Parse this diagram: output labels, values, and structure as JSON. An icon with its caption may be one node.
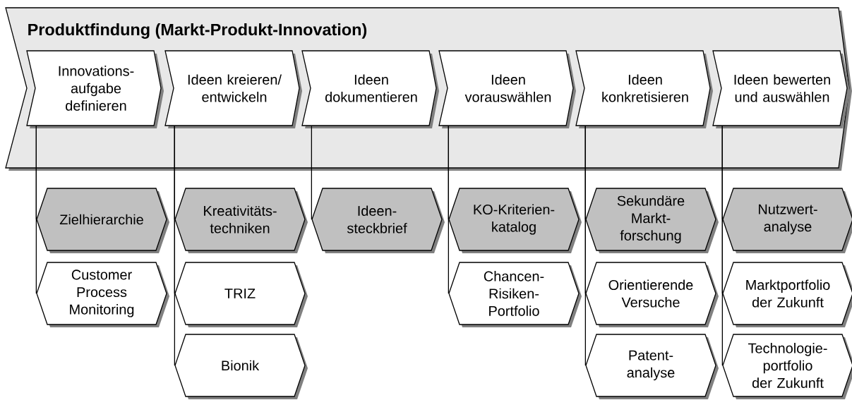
{
  "diagram": {
    "nodes": [
      {
        "text": [
          "Produktfindung (Markt-Produkt-Innovation)"
        ]
      },
      {
        "text": [
          "Innovations- aufgabe definieren"
        ],
        "in": 0
      },
      {
        "text": [
          "Ideen kreieren/ entwickeln"
        ],
        "in": 0
      },
      {
        "text": [
          "Ideen dokumentieren"
        ],
        "in": 0
      },
      {
        "text": [
          "Ideen vorauswählen"
        ],
        "in": 0
      },
      {
        "text": [
          "Ideen konkretisieren"
        ],
        "in": 0
      },
      {
        "text": [
          "Ideen bewerten und auswählen"
        ],
        "in": 0
      },
      {
        "text": [
          "Zielhierarchie"
        ]
      },
      {
        "text": [
          "Customer Process Monitoring"
        ]
      },
      {
        "text": [
          "Kreativitäts- techniken"
        ]
      },
      {
        "text": [
          "TRIZ"
        ]
      },
      {
        "text": [
          "Bionik"
        ]
      },
      {
        "text": [
          "Ideen- steckbrief"
        ]
      },
      {
        "text": [
          "KO-Kriterien- katalog"
        ]
      },
      {
        "text": [
          "Chancen- Risiken- Portfolio"
        ]
      },
      {
        "text": [
          "Sekundäre Markt- forschung"
        ]
      },
      {
        "text": [
          "Orientierende Versuche"
        ]
      },
      {
        "text": [
          "Patent- analyse"
        ]
      },
      {
        "text": [
          "Nutzwert- analyse"
        ]
      },
      {
        "text": [
          "Marktportfolio der Zukunft"
        ]
      },
      {
        "text": [
          "Technologie- portfolio der Zukunft"
        ]
      }
    ],
    "edges": [
      {
        "from": 1,
        "to": 7,
        "arrow": "none"
      },
      {
        "from": 1,
        "to": 8,
        "arrow": "none"
      },
      {
        "from": 2,
        "to": 9,
        "arrow": "none"
      },
      {
        "from": 2,
        "to": 10,
        "arrow": "none"
      },
      {
        "from": 2,
        "to": 11,
        "arrow": "none"
      },
      {
        "from": 3,
        "to": 12,
        "arrow": "none"
      },
      {
        "from": 4,
        "to": 13,
        "arrow": "none"
      },
      {
        "from": 4,
        "to": 14,
        "arrow": "none"
      },
      {
        "from": 5,
        "to": 15,
        "arrow": "none"
      },
      {
        "from": 5,
        "to": 16,
        "arrow": "none"
      },
      {
        "from": 5,
        "to": 17,
        "arrow": "none"
      },
      {
        "from": 6,
        "to": 18,
        "arrow": "none"
      },
      {
        "from": 6,
        "to": 19,
        "arrow": "none"
      },
      {
        "from": 6,
        "to": 20,
        "arrow": "none"
      }
    ]
  }
}
